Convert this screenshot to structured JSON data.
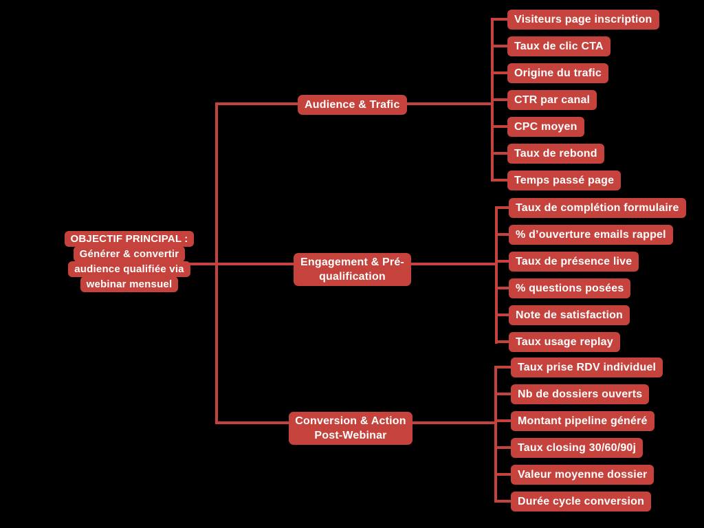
{
  "colors": {
    "background": "#000000",
    "node_background": "#C5433C",
    "node_text": "#FFFFFF",
    "connector": "#C5433C"
  },
  "root": {
    "lines": [
      "OBJECTIF PRINCIPAL :",
      "Générer & convertir",
      "audience qualifiée via",
      "webinar mensuel"
    ]
  },
  "branches": [
    {
      "label": "Audience & Trafic",
      "children": [
        "Visiteurs page inscription",
        "Taux de clic CTA",
        "Origine du trafic",
        "CTR par canal",
        "CPC moyen",
        "Taux de rebond",
        "Temps passé page"
      ]
    },
    {
      "label": "Engagement & Pré-qualification",
      "children": [
        "Taux de complétion formulaire",
        "% d’ouverture emails rappel",
        "Taux de présence live",
        "% questions posées",
        "Note de satisfaction",
        "Taux usage replay"
      ]
    },
    {
      "label": "Conversion & Action Post-Webinar",
      "children": [
        "Taux prise RDV individuel",
        "Nb de dossiers ouverts",
        "Montant pipeline généré",
        "Taux closing 30/60/90j",
        "Valeur moyenne dossier",
        "Durée cycle conversion"
      ]
    }
  ]
}
